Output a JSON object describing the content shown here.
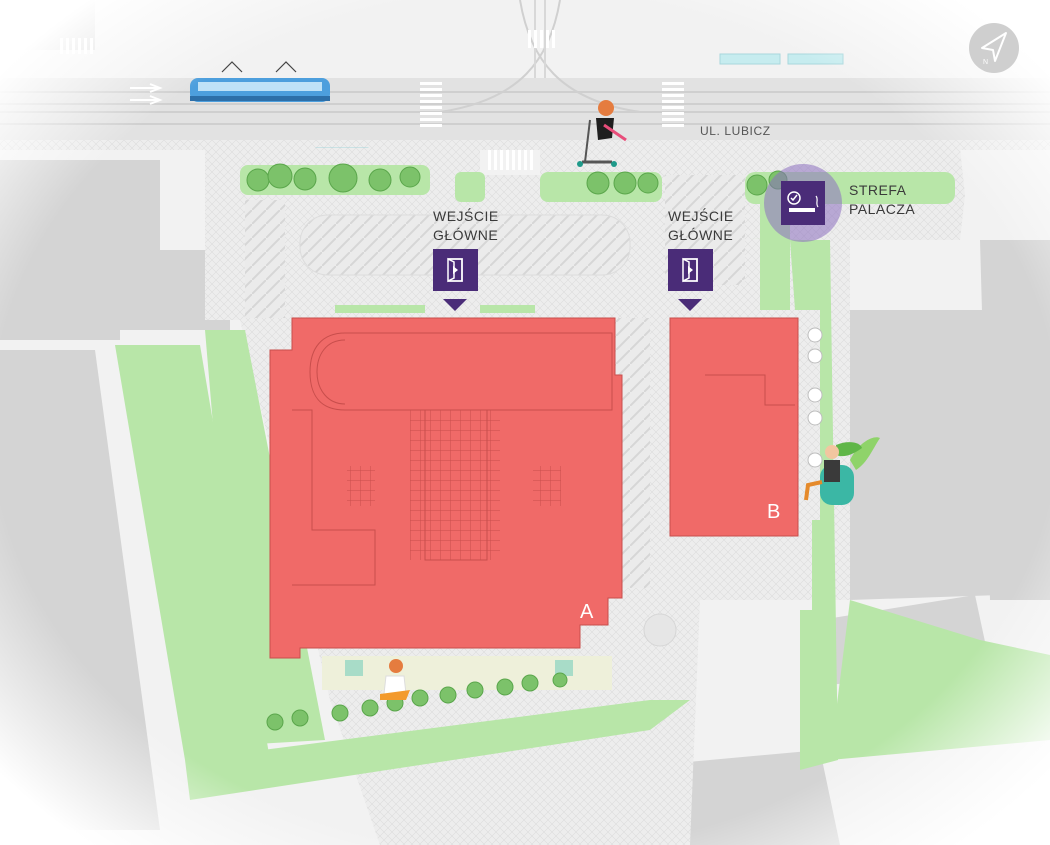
{
  "map": {
    "street_name": "UL. LUBICZ",
    "smoking_area": {
      "label_line1": "STREFA",
      "label_line2": "PALACZA",
      "icon": "no-smoking-zone-icon"
    },
    "entrances": [
      {
        "line1": "WEJŚCIE",
        "line2": "GŁÓWNE",
        "icon": "door-enter-icon"
      },
      {
        "line1": "WEJŚCIE",
        "line2": "GŁÓWNE",
        "icon": "door-enter-icon"
      }
    ],
    "buildings": [
      {
        "label": "A"
      },
      {
        "label": "B"
      }
    ],
    "compass_icon": "north-arrow-icon",
    "colors": {
      "building": "#f06a68",
      "accent_purple": "#4a2c78",
      "grass": "#b8e6a8",
      "road": "#e6e6e6",
      "tram": "#4d9fdd"
    }
  }
}
